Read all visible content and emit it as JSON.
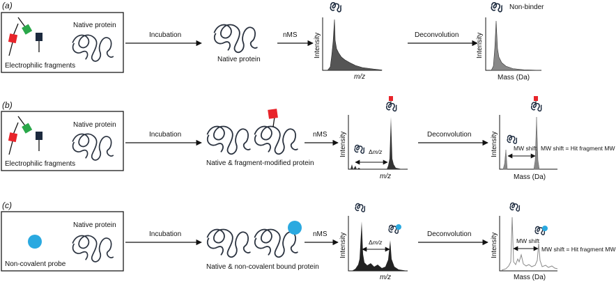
{
  "colors": {
    "red": "#e8242a",
    "green": "#2aa84a",
    "navy": "#1c2a3e",
    "cyan": "#2aa9e0",
    "outline": "#1a1a1a",
    "protein_stroke": "#2b3340"
  },
  "panels": [
    {
      "tag_open": "(",
      "tag_letter": "a",
      "tag_close": ")",
      "box_title": "Native protein",
      "box_caption": "Electrophilic fragments",
      "step1": "Incubation",
      "product_label": "Native protein",
      "step2": "nMS",
      "spec1_ylabel": "Intensity",
      "spec1_xlabel": "m/z",
      "step3": "Deconvolution",
      "spec2_ylabel": "Intensity",
      "spec2_xlabel": "Mass (Da)",
      "spec2_note": "Non-binder"
    },
    {
      "tag_open": "(",
      "tag_letter": "b",
      "tag_close": ")",
      "box_title": "Native protein",
      "box_caption": "Electrophilic fragments",
      "step1": "Incubation",
      "product_label": "Native & fragment-modified protein",
      "step2": "nMS",
      "spec1_ylabel": "Intensity",
      "spec1_xlabel": "m/z",
      "delta_prefix": "Δ",
      "delta_unit": "m/z",
      "step3": "Deconvolution",
      "spec2_ylabel": "Intensity",
      "spec2_xlabel": "Mass (Da)",
      "mw_shift": "MW shift",
      "mw_note": "MW shift = Hit fragment MW"
    },
    {
      "tag_open": "(",
      "tag_letter": "c",
      "tag_close": ")",
      "box_title": "Native protein",
      "box_caption": "Non-covalent probe",
      "step1": "Incubation",
      "product_label": "Native & non-covalent bound protein",
      "step2": "nMS",
      "spec1_ylabel": "Intensity",
      "spec1_xlabel": "m/z",
      "delta_prefix": "Δ",
      "delta_unit": "m/z",
      "step3": "Deconvolution",
      "spec2_ylabel": "Intensity",
      "spec2_xlabel": "Mass (Da)",
      "mw_shift": "MW shift",
      "mw_note": "MW shift = Hit fragment MW"
    }
  ]
}
